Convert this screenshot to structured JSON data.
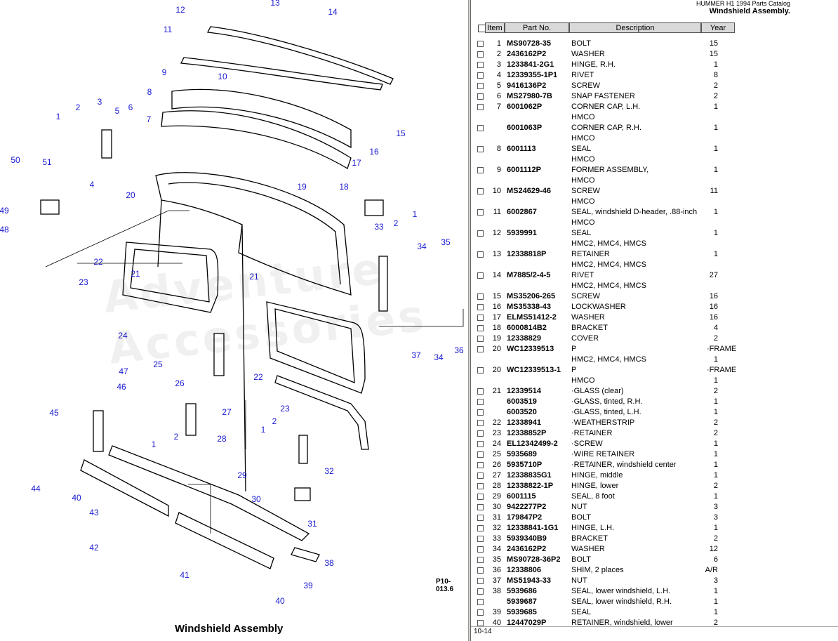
{
  "header": {
    "title": "HUMMER H1 1994 Parts Catalog",
    "subtitle": "Windshield Assembly."
  },
  "diagram": {
    "caption": "Windshield Assembly",
    "ref": "P10-013.6",
    "watermark": "Adventure Accessories"
  },
  "columns": {
    "item": "Item",
    "part": "Part No.",
    "desc": "Description",
    "year": "Year"
  },
  "footer": {
    "page": "10-14"
  },
  "rows": [
    {
      "item": "1",
      "part": "MS90728-35",
      "desc": "BOLT",
      "qty": "15"
    },
    {
      "item": "2",
      "part": "2436162P2",
      "desc": "WASHER",
      "qty": "15"
    },
    {
      "item": "3",
      "part": "1233841-2G1",
      "desc": "HINGE, R.H.",
      "qty": "1"
    },
    {
      "item": "4",
      "part": "12339355-1P1",
      "desc": "RIVET",
      "qty": "8"
    },
    {
      "item": "5",
      "part": "9416136P2",
      "desc": "SCREW",
      "qty": "2"
    },
    {
      "item": "6",
      "part": "MS27980-7B",
      "desc": "SNAP FASTENER",
      "qty": "2"
    },
    {
      "item": "7",
      "part": "6001062P",
      "desc": "CORNER CAP, L.H.",
      "qty": "1"
    },
    {
      "item": "",
      "part": "",
      "desc": "HMCO",
      "qty": "",
      "nocb": true
    },
    {
      "item": "",
      "part": "6001063P",
      "desc": "CORNER CAP, R.H.",
      "qty": "1"
    },
    {
      "item": "",
      "part": "",
      "desc": "HMCO",
      "qty": "",
      "nocb": true
    },
    {
      "item": "8",
      "part": "6001113",
      "desc": "SEAL",
      "qty": "1"
    },
    {
      "item": "",
      "part": "",
      "desc": "HMCO",
      "qty": "",
      "nocb": true
    },
    {
      "item": "9",
      "part": "6001112P",
      "desc": "FORMER ASSEMBLY,",
      "qty": "1"
    },
    {
      "item": "",
      "part": "",
      "desc": "HMCO",
      "qty": "",
      "nocb": true
    },
    {
      "item": "10",
      "part": "MS24629-46",
      "desc": "SCREW",
      "qty": "11"
    },
    {
      "item": "",
      "part": "",
      "desc": "HMCO",
      "qty": "",
      "nocb": true
    },
    {
      "item": "11",
      "part": "6002867",
      "desc": "SEAL, windshield D-header, .88-inch",
      "qty": "1"
    },
    {
      "item": "",
      "part": "",
      "desc": "HMCO",
      "qty": "",
      "nocb": true
    },
    {
      "item": "12",
      "part": "5939991",
      "desc": "SEAL",
      "qty": "1"
    },
    {
      "item": "",
      "part": "",
      "desc": "HMC2, HMC4, HMCS",
      "qty": "",
      "nocb": true
    },
    {
      "item": "13",
      "part": "12338818P",
      "desc": "RETAINER",
      "qty": "1"
    },
    {
      "item": "",
      "part": "",
      "desc": "HMC2, HMC4, HMCS",
      "qty": "",
      "nocb": true
    },
    {
      "item": "14",
      "part": "M7885/2-4-5",
      "desc": "RIVET",
      "qty": "27"
    },
    {
      "item": "",
      "part": "",
      "desc": "HMC2, HMC4, HMCS",
      "qty": "",
      "nocb": true
    },
    {
      "item": "15",
      "part": "MS35206-265",
      "desc": "SCREW",
      "qty": "16"
    },
    {
      "item": "16",
      "part": "MS35338-43",
      "desc": "LOCKWASHER",
      "qty": "16"
    },
    {
      "item": "17",
      "part": "ELMS51412-2",
      "desc": "WASHER",
      "qty": "16"
    },
    {
      "item": "18",
      "part": "6000814B2",
      "desc": "BRACKET",
      "qty": "4"
    },
    {
      "item": "19",
      "part": "12338829",
      "desc": "COVER",
      "qty": "2"
    },
    {
      "item": "20",
      "part": "WC12339513",
      "desc": "P",
      "qty": "·FRAME",
      "frame": true
    },
    {
      "item": "",
      "part": "",
      "desc": "HMC2, HMC4, HMCS",
      "qty": "1",
      "nocb": true
    },
    {
      "item": "20",
      "part": "WC12339513-1",
      "desc": "P",
      "qty": "·FRAME",
      "frame": true
    },
    {
      "item": "",
      "part": "",
      "desc": "HMCO",
      "qty": "1",
      "nocb": true
    },
    {
      "item": "21",
      "part": "12339514",
      "desc": "·GLASS (clear)",
      "qty": "2"
    },
    {
      "item": "",
      "part": "6003519",
      "desc": "·GLASS, tinted, R.H.",
      "qty": "1"
    },
    {
      "item": "",
      "part": "6003520",
      "desc": "·GLASS, tinted, L.H.",
      "qty": "1"
    },
    {
      "item": "22",
      "part": "12338941",
      "desc": "·WEATHERSTRIP",
      "qty": "2"
    },
    {
      "item": "23",
      "part": "12338852P",
      "desc": "·RETAINER",
      "qty": "2"
    },
    {
      "item": "24",
      "part": "EL12342499-2",
      "desc": "·SCREW",
      "qty": "1"
    },
    {
      "item": "25",
      "part": "5935689",
      "desc": "·WIRE RETAINER",
      "qty": "1"
    },
    {
      "item": "26",
      "part": "5935710P",
      "desc": "·RETAINER, windshield center",
      "qty": "1"
    },
    {
      "item": "27",
      "part": "12338835G1",
      "desc": "HINGE, middle",
      "qty": "1"
    },
    {
      "item": "28",
      "part": "12338822-1P",
      "desc": "HINGE, lower",
      "qty": "2"
    },
    {
      "item": "29",
      "part": "6001115",
      "desc": "SEAL, 8 foot",
      "qty": "1"
    },
    {
      "item": "30",
      "part": "9422277P2",
      "desc": "NUT",
      "qty": "3"
    },
    {
      "item": "31",
      "part": "179847P2",
      "desc": "BOLT",
      "qty": "3"
    },
    {
      "item": "32",
      "part": "12338841-1G1",
      "desc": "HINGE, L.H.",
      "qty": "1"
    },
    {
      "item": "33",
      "part": "5939340B9",
      "desc": "BRACKET",
      "qty": "2"
    },
    {
      "item": "34",
      "part": "2436162P2",
      "desc": "WASHER",
      "qty": "12"
    },
    {
      "item": "35",
      "part": "MS90728-36P2",
      "desc": "BOLT",
      "qty": "6"
    },
    {
      "item": "36",
      "part": "12338806",
      "desc": "SHIM, 2 places",
      "qty": "A/R"
    },
    {
      "item": "37",
      "part": "MS51943-33",
      "desc": "NUT",
      "qty": "3"
    },
    {
      "item": "38",
      "part": "5939686",
      "desc": "SEAL, lower windshield, L.H.",
      "qty": "1"
    },
    {
      "item": "",
      "part": "5939687",
      "desc": "SEAL, lower windshield, R.H.",
      "qty": "1"
    },
    {
      "item": "39",
      "part": "5939685",
      "desc": "SEAL",
      "qty": "1"
    },
    {
      "item": "40",
      "part": "12447029P",
      "desc": "RETAINER, windshield, lower",
      "qty": "2"
    }
  ],
  "callouts": [
    {
      "n": "13"
    },
    {
      "n": "12"
    },
    {
      "n": "14"
    },
    {
      "n": "11"
    },
    {
      "n": "9"
    },
    {
      "n": "10"
    },
    {
      "n": "8"
    },
    {
      "n": "3"
    },
    {
      "n": "2"
    },
    {
      "n": "5"
    },
    {
      "n": "6"
    },
    {
      "n": "1"
    },
    {
      "n": "7"
    },
    {
      "n": "15"
    },
    {
      "n": "16"
    },
    {
      "n": "17"
    },
    {
      "n": "50"
    },
    {
      "n": "51"
    },
    {
      "n": "4"
    },
    {
      "n": "20"
    },
    {
      "n": "19"
    },
    {
      "n": "18"
    },
    {
      "n": "49"
    },
    {
      "n": "48"
    },
    {
      "n": "33"
    },
    {
      "n": "2"
    },
    {
      "n": "1"
    },
    {
      "n": "34"
    },
    {
      "n": "35"
    },
    {
      "n": "22"
    },
    {
      "n": "21"
    },
    {
      "n": "21"
    },
    {
      "n": "23"
    },
    {
      "n": "24"
    },
    {
      "n": "25"
    },
    {
      "n": "47"
    },
    {
      "n": "26"
    },
    {
      "n": "46"
    },
    {
      "n": "22"
    },
    {
      "n": "36"
    },
    {
      "n": "37"
    },
    {
      "n": "34"
    },
    {
      "n": "23"
    },
    {
      "n": "45"
    },
    {
      "n": "27"
    },
    {
      "n": "1"
    },
    {
      "n": "2"
    },
    {
      "n": "1"
    },
    {
      "n": "2"
    },
    {
      "n": "28"
    },
    {
      "n": "32"
    },
    {
      "n": "44"
    },
    {
      "n": "29"
    },
    {
      "n": "40"
    },
    {
      "n": "30"
    },
    {
      "n": "43"
    },
    {
      "n": "31"
    },
    {
      "n": "42"
    },
    {
      "n": "38"
    },
    {
      "n": "41"
    },
    {
      "n": "39"
    },
    {
      "n": "40"
    }
  ]
}
